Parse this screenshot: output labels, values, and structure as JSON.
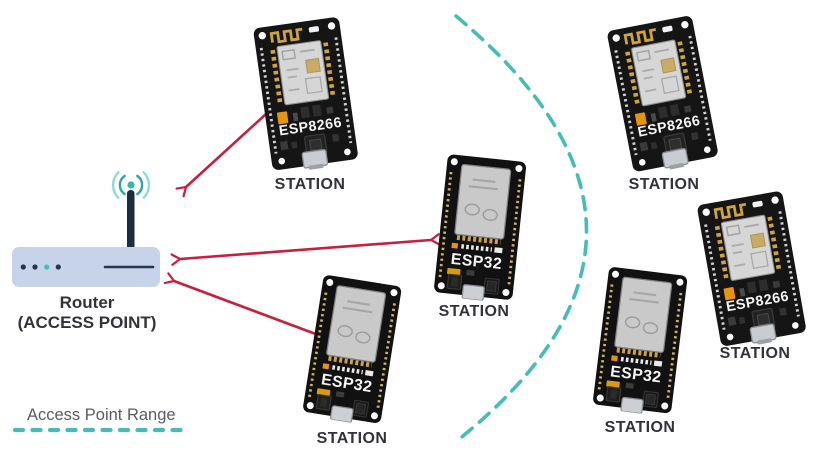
{
  "router": {
    "line1": "Router",
    "line2": "(ACCESS POINT)"
  },
  "legend": {
    "label": "Access Point Range"
  },
  "boards": [
    {
      "chip": "ESP8266",
      "label": "STATION",
      "zone": "inside-range"
    },
    {
      "chip": "ESP32",
      "label": "STATION",
      "zone": "inside-range"
    },
    {
      "chip": "ESP32",
      "label": "STATION",
      "zone": "inside-range"
    },
    {
      "chip": "ESP8266",
      "label": "STATION",
      "zone": "outside-range"
    },
    {
      "chip": "ESP8266",
      "label": "STATION",
      "zone": "outside-range"
    },
    {
      "chip": "ESP32",
      "label": "STATION",
      "zone": "outside-range"
    }
  ],
  "icons": {
    "router": "router-icon",
    "wifi": "wifi-signal-icon",
    "esp8266": "esp8266-board-icon",
    "esp32": "esp32-board-icon"
  },
  "colors": {
    "arrow": "#c6203f",
    "range": "#45bdb6",
    "router-body": "#c6d3e8",
    "router-dark": "#20384a",
    "wifi-inner": "#2aa8a1",
    "wifi-outer": "#90d9d4",
    "wifi-dot": "#35b7ad",
    "text-dark": "#32323a",
    "text-gray": "#5b5b63",
    "pcb": "#141414",
    "gold": "#cfa43e",
    "led-orange": "#e8930e"
  }
}
